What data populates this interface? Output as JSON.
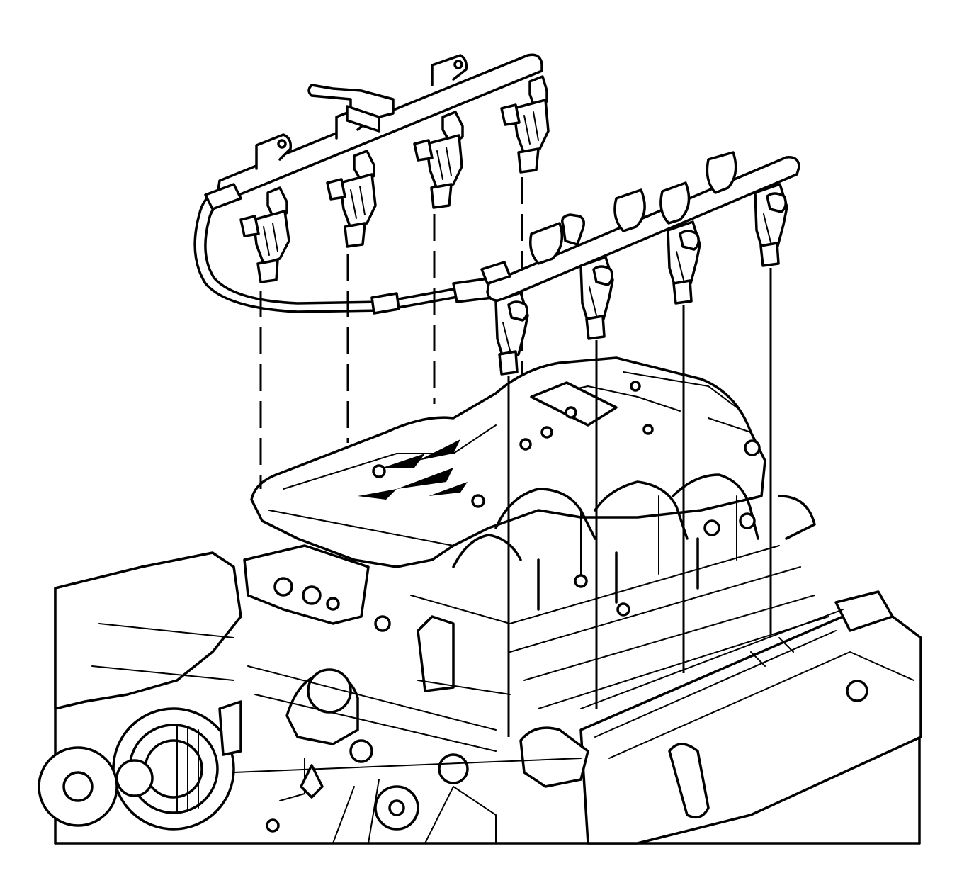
{
  "figure": {
    "subject": "fuel-rail-and-injectors-over-intake-manifold",
    "colors": {
      "line": "#000000",
      "background": "#ffffff"
    },
    "left_bank_injectors": 4,
    "right_bank_injectors": 4
  }
}
